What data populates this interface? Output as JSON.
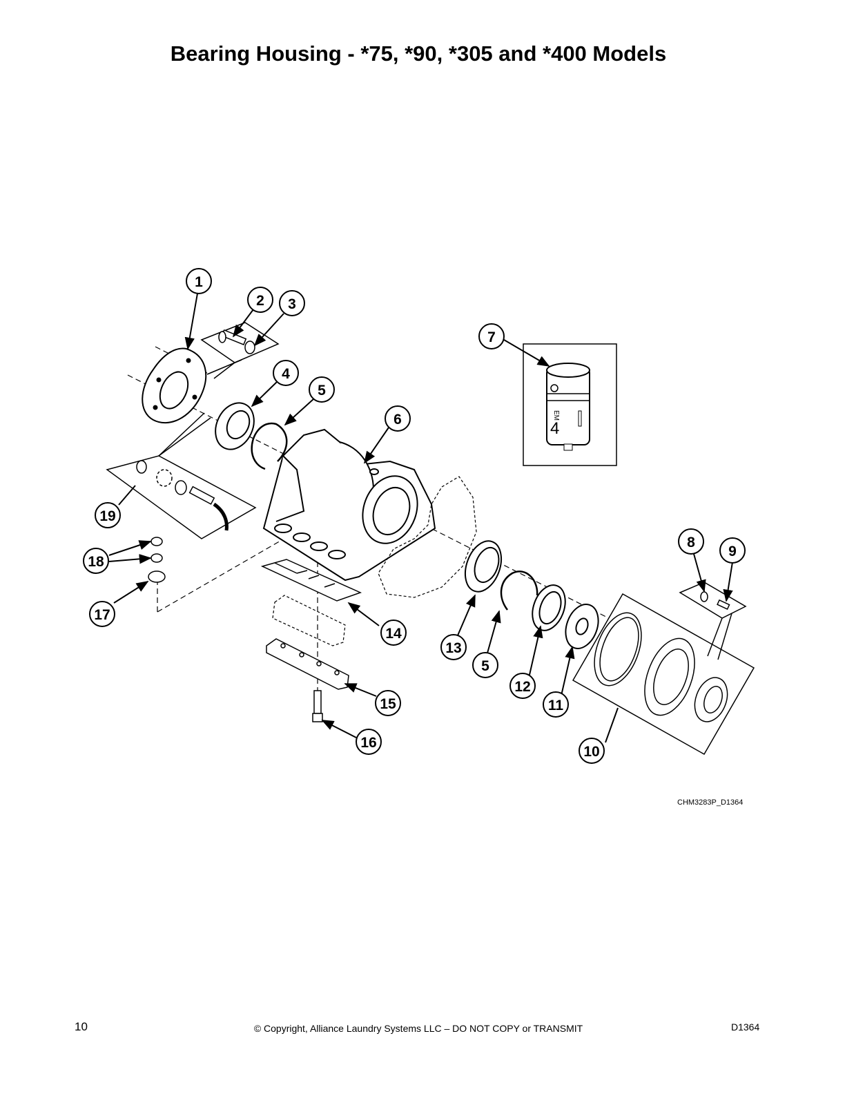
{
  "title": "Bearing Housing - *75, *90, *305 and *400 Models",
  "figure_code": "CHM3283P_D1364",
  "callouts": [
    "1",
    "2",
    "3",
    "4",
    "5",
    "6",
    "7",
    "8",
    "9",
    "10",
    "11",
    "12",
    "13",
    "14",
    "5",
    "15",
    "16",
    "17",
    "18",
    "19"
  ],
  "motor_labels": {
    "brand": "EM",
    "number": "4"
  },
  "footer": {
    "page_number": "10",
    "copyright": "© Copyright, Alliance Laundry Systems LLC – DO NOT COPY or TRANSMIT",
    "doc_id": "D1364"
  }
}
